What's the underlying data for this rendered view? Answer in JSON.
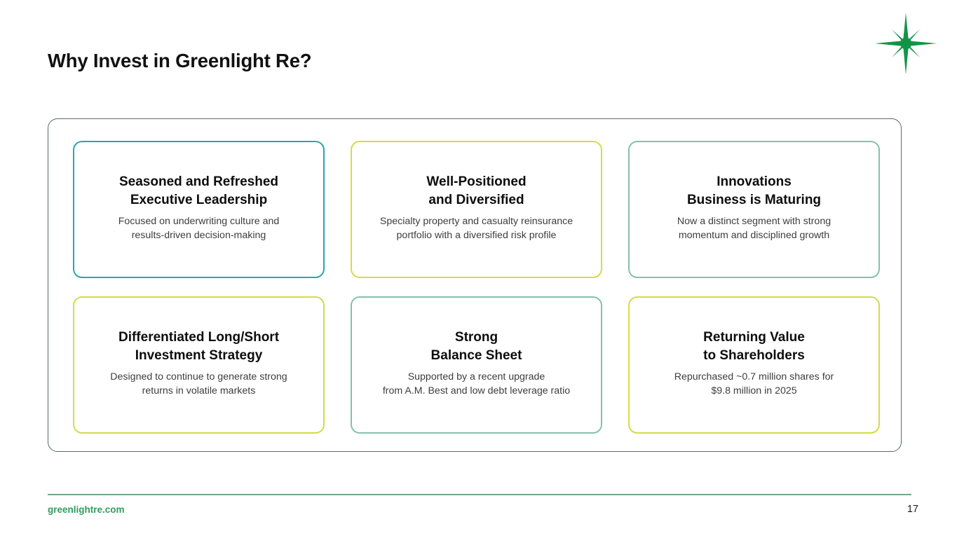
{
  "slide": {
    "title": "Why Invest in Greenlight Re?",
    "logo_icon": "green-star-sparkle-logo",
    "accent_colors": {
      "teal": "#26a7b8",
      "yellow_green": "#d2dd46",
      "sage_green": "#85c1ab",
      "brand_green": "#2f9e5e",
      "divider_green": "#74a67f",
      "panel_border": "#5a6a6a"
    }
  },
  "cards": [
    {
      "title": "Seasoned and Refreshed\nExecutive Leadership",
      "body": "Focused on underwriting culture and\nresults-driven decision-making",
      "accent": "teal"
    },
    {
      "title": "Well-Positioned\nand Diversified",
      "body": "Specialty property and casualty reinsurance\nportfolio with a diversified risk profile",
      "accent": "yellow_green"
    },
    {
      "title": "Innovations\nBusiness is Maturing",
      "body": "Now a distinct segment with strong\nmomentum and disciplined growth",
      "accent": "sage_green"
    },
    {
      "title": "Differentiated Long/Short\nInvestment Strategy",
      "body": "Designed to continue to generate strong\nreturns in volatile markets",
      "accent": "yellow_green"
    },
    {
      "title": "Strong\nBalance Sheet",
      "body": "Supported by a recent upgrade\nfrom A.M. Best and low debt leverage ratio",
      "accent": "sage_green"
    },
    {
      "title": "Returning Value\nto Shareholders",
      "body": "Repurchased ~0.7 million shares for\n$9.8 million in 2025",
      "accent": "yellow_green"
    }
  ],
  "footer": {
    "website": "greenlightre.com",
    "page_number": "17"
  }
}
